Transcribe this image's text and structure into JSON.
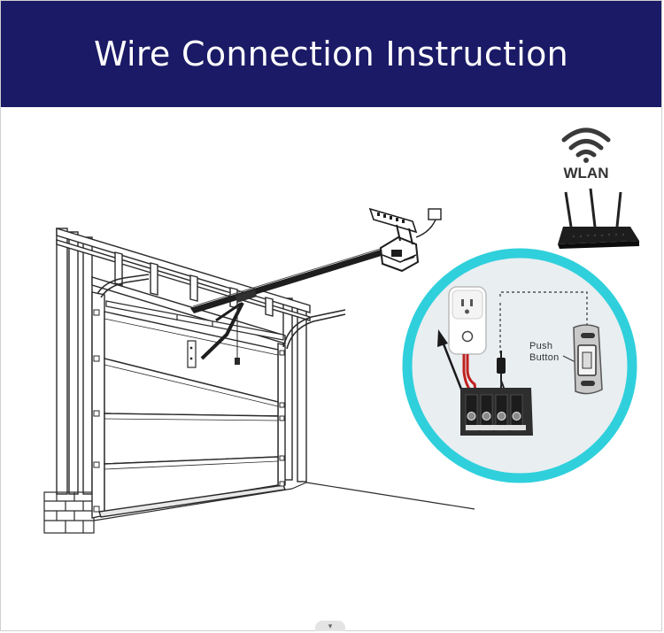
{
  "header": {
    "title": "Wire Connection Instruction"
  },
  "router": {
    "label": "WLAN"
  },
  "wiring": {
    "push_button_label_line1": "Push",
    "push_button_label_line2": "Button"
  },
  "colors": {
    "banner": "#1b1a66",
    "circle_ring": "#2fd0dc",
    "circle_fill": "#e9eef1",
    "wire_red": "#c0201f",
    "outline": "#222222"
  },
  "icons": {
    "wifi": "wifi-icon",
    "scroll": "chevron-down-icon"
  },
  "scroll_indicator": "▾"
}
